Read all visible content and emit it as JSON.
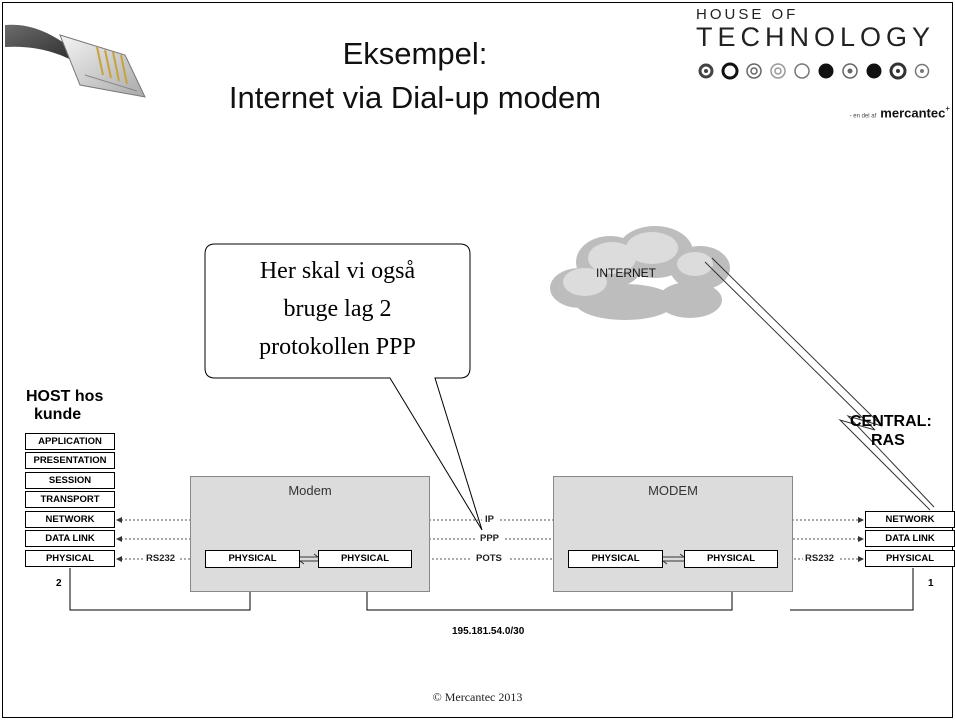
{
  "slide": {
    "title_line1": "Eksempel:",
    "title_line2": "Internet via Dial-up modem",
    "footer": "© Mercantec 2013"
  },
  "logo": {
    "line1": "HOUSE OF",
    "line2": "TECHNOLOGY",
    "tagline_small": "- en del af",
    "tagline_brand": "mercantec",
    "tagline_plus": "+"
  },
  "callout": {
    "line1": "Her skal vi også",
    "line2": "bruge lag 2",
    "line3": "protokollen PPP"
  },
  "cloud": {
    "label": "INTERNET"
  },
  "host": {
    "title_line1": "HOST hos",
    "title_line2": "kunde",
    "layers": [
      "APPLICATION",
      "PRESENTATION",
      "SESSION",
      "TRANSPORT",
      "NETWORK",
      "DATA LINK",
      "PHYSICAL"
    ],
    "number": "2"
  },
  "central": {
    "title_line1": "CENTRAL:",
    "title_line2": "RAS",
    "layers": [
      "NETWORK",
      "DATA LINK",
      "PHYSICAL"
    ],
    "number": "1"
  },
  "modems": {
    "left_label": "Modem",
    "right_label": "MODEM",
    "physical_label": "PHYSICAL"
  },
  "links": {
    "ip": "IP",
    "ppp": "PPP",
    "pots": "POTS",
    "rs232": "RS232",
    "address": "195.181.54.0/30"
  }
}
